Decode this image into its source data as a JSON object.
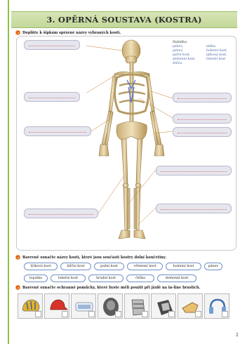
{
  "title": "3. OPĚRNÁ SOUSTAVA (KOSTRA)",
  "tasks": [
    "Doplňte k šipkám správné názvy vybraných kostí.",
    "Barevně označte názvy kostí, které jsou součástí kostry dolní končetiny.",
    "Barevně označte ochranné pomůcky, které byste měli použít při jízdě na in-line bruslích."
  ],
  "nabidka": {
    "header": "Nabídka:",
    "col1": [
      "pánev,",
      "pánev,",
      "pažní kost,",
      "stehenní kost,",
      "žebra,"
    ],
    "col2": [
      "lebka,",
      "holenní kost,",
      "lýtková kost,",
      "loketní kost"
    ]
  },
  "bones_row1": [
    "lýtková kost",
    "klíční kost",
    "pažní kost",
    "vřetenní kost",
    "holenní kost",
    "pánev"
  ],
  "bones_row2": [
    "lopatka",
    "loketní kost",
    "hrudní kost",
    "čéška",
    "stehenní kost"
  ],
  "gear": [
    "helmet-icon",
    "cap-icon",
    "sunglasses-icon",
    "knee-pad-icon",
    "wrist-guard-icon",
    "elbow-pad-icon",
    "whistle-icon",
    "headphones-icon"
  ],
  "page_number": "2"
}
